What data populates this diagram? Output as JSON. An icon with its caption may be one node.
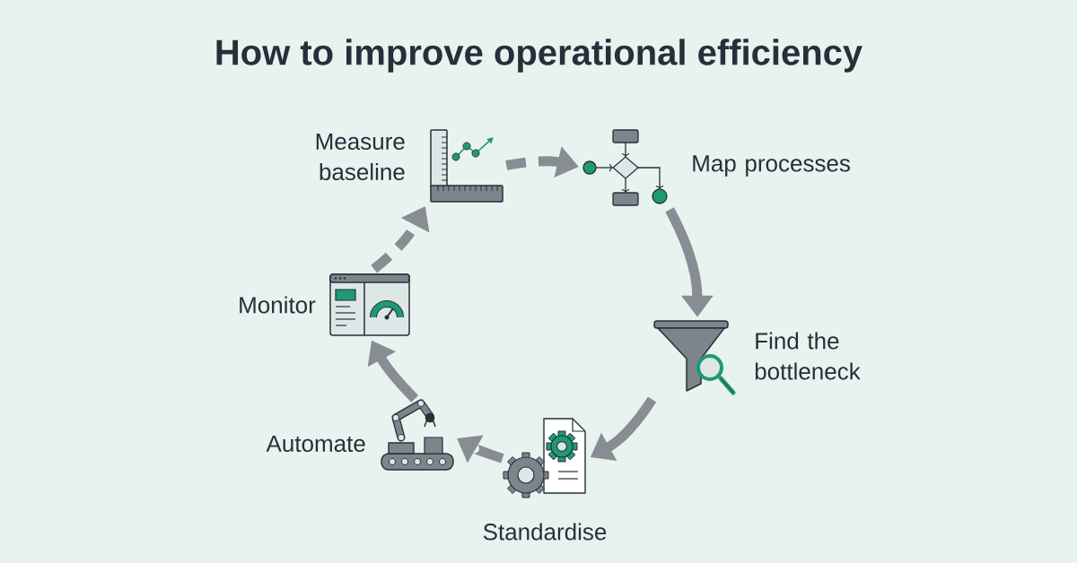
{
  "diagram": {
    "title": "How to improve operational efficiency",
    "nodes": [
      {
        "text": [
          "Measure baseline"
        ]
      },
      {
        "text": [
          "Map processes"
        ]
      },
      {
        "text": [
          "Find the bottleneck"
        ]
      },
      {
        "text": [
          "Standardise"
        ]
      },
      {
        "text": [
          "Automate"
        ]
      },
      {
        "text": [
          "Monitor"
        ]
      }
    ],
    "edges": [
      {
        "from": 0,
        "to": 1,
        "arrow": "to",
        "style": "dashed"
      },
      {
        "from": 1,
        "to": 2,
        "arrow": "to"
      },
      {
        "from": 2,
        "to": 3,
        "arrow": "to"
      },
      {
        "from": 3,
        "to": 4,
        "arrow": "to"
      },
      {
        "from": 4,
        "to": 5,
        "arrow": "to"
      },
      {
        "from": 5,
        "to": 0,
        "arrow": "to",
        "style": "dashed"
      }
    ]
  }
}
